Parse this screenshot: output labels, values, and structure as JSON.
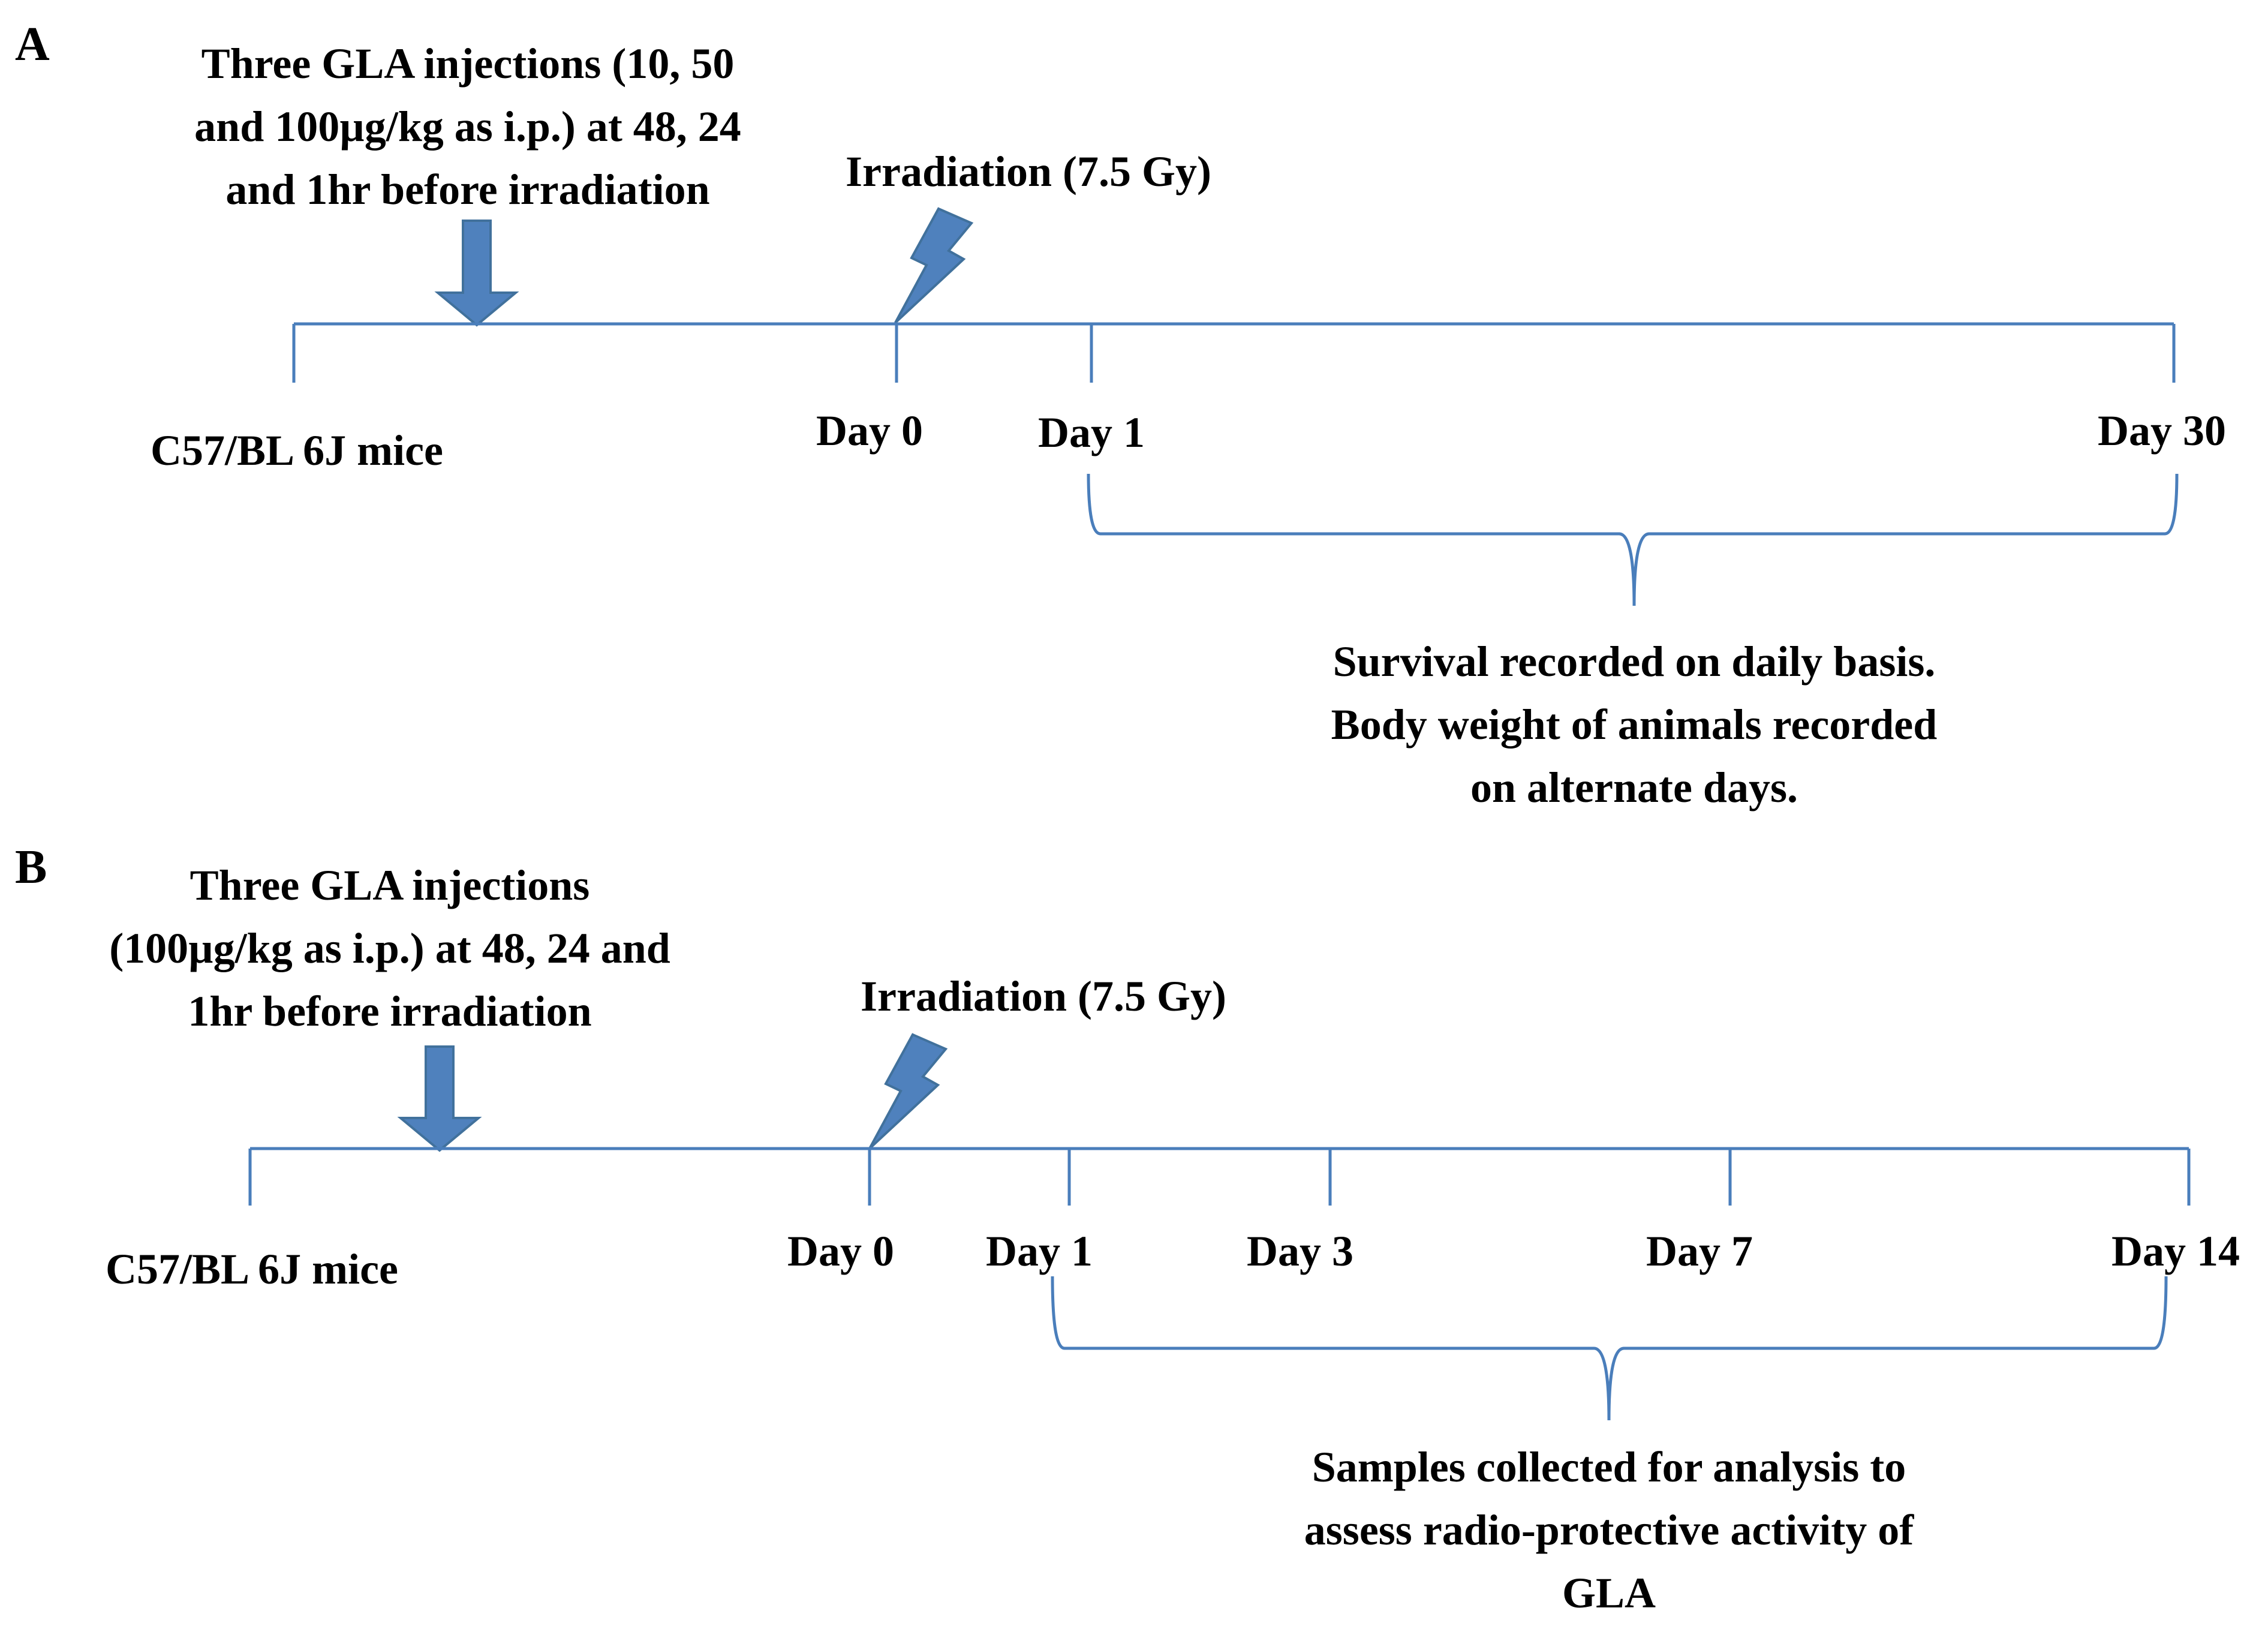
{
  "panel_a": {
    "label": "A",
    "injection": [
      "Three GLA injections (10, 50",
      "and 100µg/kg as i.p.) at 48, 24",
      "and 1hr before irradiation"
    ],
    "irradiation": "Irradiation (7.5 Gy)",
    "mice": "C57/BL 6J mice",
    "days": [
      "Day 0",
      "Day 1",
      "Day 30"
    ],
    "note": [
      "Survival recorded on daily basis.",
      "Body weight of animals recorded",
      "on alternate days."
    ]
  },
  "panel_b": {
    "label": "B",
    "injection": [
      "Three GLA injections",
      "(100µg/kg as i.p.) at 48, 24 and",
      "1hr before irradiation"
    ],
    "irradiation": "Irradiation (7.5 Gy)",
    "mice": "C57/BL 6J mice",
    "days": [
      "Day 0",
      "Day 1",
      "Day 3",
      "Day 7",
      "Day 14"
    ],
    "note": [
      "Samples collected for analysis to",
      "assess radio-protective activity of",
      "GLA"
    ]
  },
  "colors": {
    "line": "#4a7ebb",
    "shape": "#4f81bd"
  },
  "icons": [
    "down-arrow-icon",
    "lightning-bolt-icon"
  ]
}
